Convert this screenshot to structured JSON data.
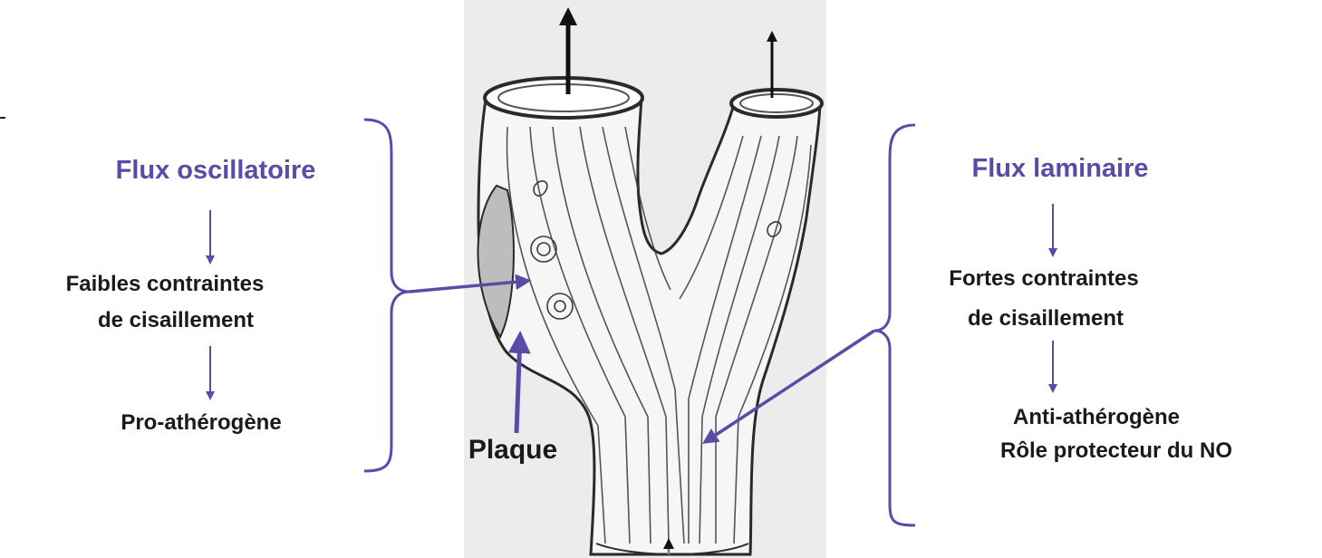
{
  "left_panel": {
    "heading": "Flux oscillatoire",
    "effect_line1": "Faibles contraintes",
    "effect_line2": "de cisaillement",
    "outcome": "Pro-athérogène"
  },
  "right_panel": {
    "heading": "Flux laminaire",
    "effect_line1": "Fortes contraintes",
    "effect_line2": "de cisaillement",
    "outcome_line1": "Anti-athérogène",
    "outcome_line2": "Rôle protecteur du NO"
  },
  "center": {
    "plaque_label": "Plaque"
  },
  "colors": {
    "accent": "#5b4aa8",
    "text": "#1a1a1a",
    "vessel_outline": "#2a2a2a",
    "vessel_fill": "#efefef",
    "vessel_background": "#ececec"
  }
}
